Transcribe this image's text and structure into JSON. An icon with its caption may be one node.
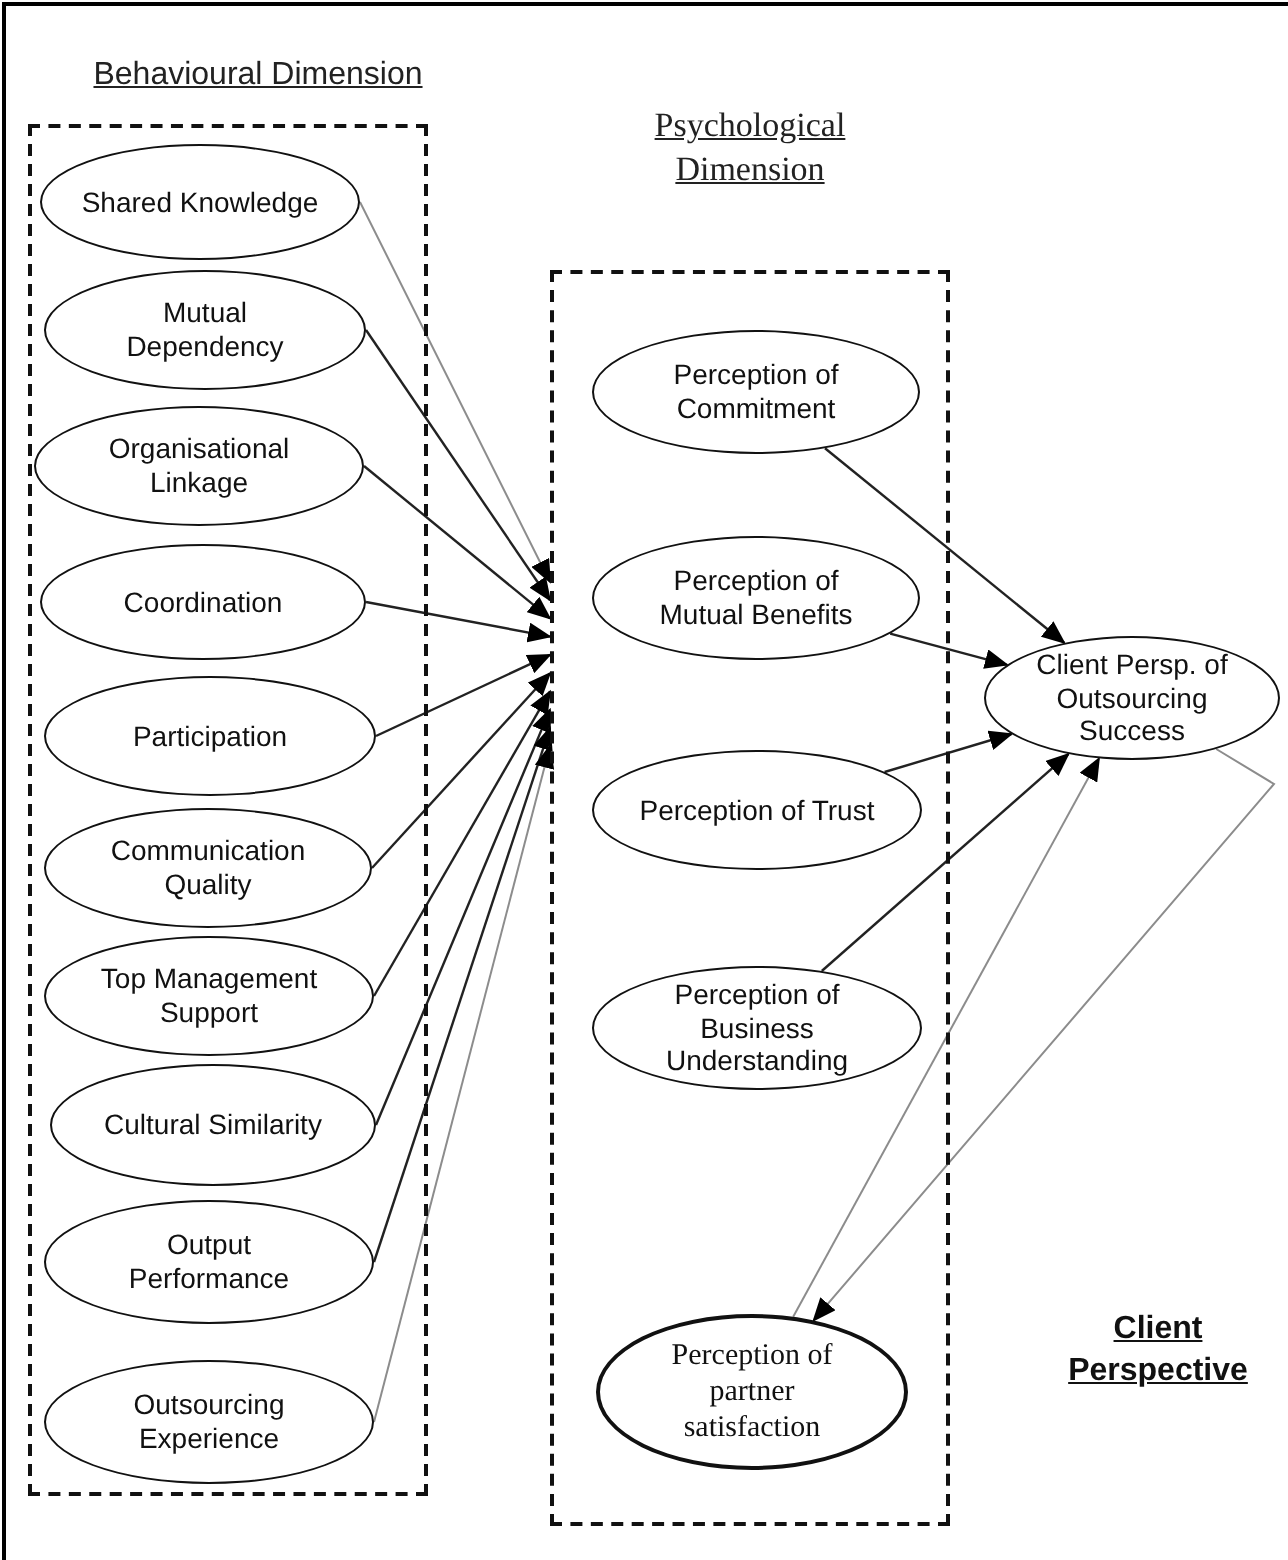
{
  "diagram": {
    "nodes": [
      {
        "text": [
          "Behavioural Dimension"
        ]
      },
      {
        "text": [
          "Shared Knowledge"
        ],
        "in": 0
      },
      {
        "text": [
          "Mutual Dependency"
        ],
        "in": 0
      },
      {
        "text": [
          "Organisational Linkage"
        ],
        "in": 0
      },
      {
        "text": [
          "Coordination"
        ],
        "in": 0
      },
      {
        "text": [
          "Participation"
        ],
        "in": 0
      },
      {
        "text": [
          "Communication Quality"
        ],
        "in": 0
      },
      {
        "text": [
          "Top Management Support"
        ],
        "in": 0
      },
      {
        "text": [
          "Cultural Similarity"
        ],
        "in": 0
      },
      {
        "text": [
          "Output Performance"
        ],
        "in": 0
      },
      {
        "text": [
          "Outsourcing Experience"
        ],
        "in": 0
      },
      {
        "text": [
          "Psychological Dimension"
        ]
      },
      {
        "text": [
          "Perception of Commitment"
        ],
        "in": 11
      },
      {
        "text": [
          "Perception of Mutual Benefits"
        ],
        "in": 11
      },
      {
        "text": [
          "Perception of Trust"
        ],
        "in": 11
      },
      {
        "text": [
          "Perception of Business Understanding"
        ],
        "in": 11
      },
      {
        "text": [
          "Perception of partner satisfaction"
        ],
        "in": 11
      },
      {
        "text": [
          "Client Persp. of Outsourcing Success"
        ]
      }
    ],
    "edges": [
      {
        "from": 1,
        "to": 11,
        "arrow": "to",
        "color": "#8c8c8c"
      },
      {
        "from": 2,
        "to": 11,
        "arrow": "to"
      },
      {
        "from": 3,
        "to": 11,
        "arrow": "to"
      },
      {
        "from": 4,
        "to": 11,
        "arrow": "to"
      },
      {
        "from": 5,
        "to": 11,
        "arrow": "to"
      },
      {
        "from": 6,
        "to": 11,
        "arrow": "to"
      },
      {
        "from": 7,
        "to": 11,
        "arrow": "to"
      },
      {
        "from": 8,
        "to": 11,
        "arrow": "to"
      },
      {
        "from": 9,
        "to": 11,
        "arrow": "to"
      },
      {
        "from": 10,
        "to": 11,
        "arrow": "to",
        "color": "#8c8c8c"
      },
      {
        "from": 12,
        "to": 17,
        "arrow": "to"
      },
      {
        "from": 13,
        "to": 17,
        "arrow": "to"
      },
      {
        "from": 14,
        "to": 17,
        "arrow": "to"
      },
      {
        "from": 15,
        "to": 17,
        "arrow": "to"
      },
      {
        "from": 16,
        "to": 17,
        "arrow": "to",
        "color": "#8c8c8c"
      },
      {
        "from": 17,
        "to": 16,
        "arrow": "to",
        "color": "#8c8c8c"
      }
    ],
    "labels": [
      "Client Perspective"
    ]
  }
}
